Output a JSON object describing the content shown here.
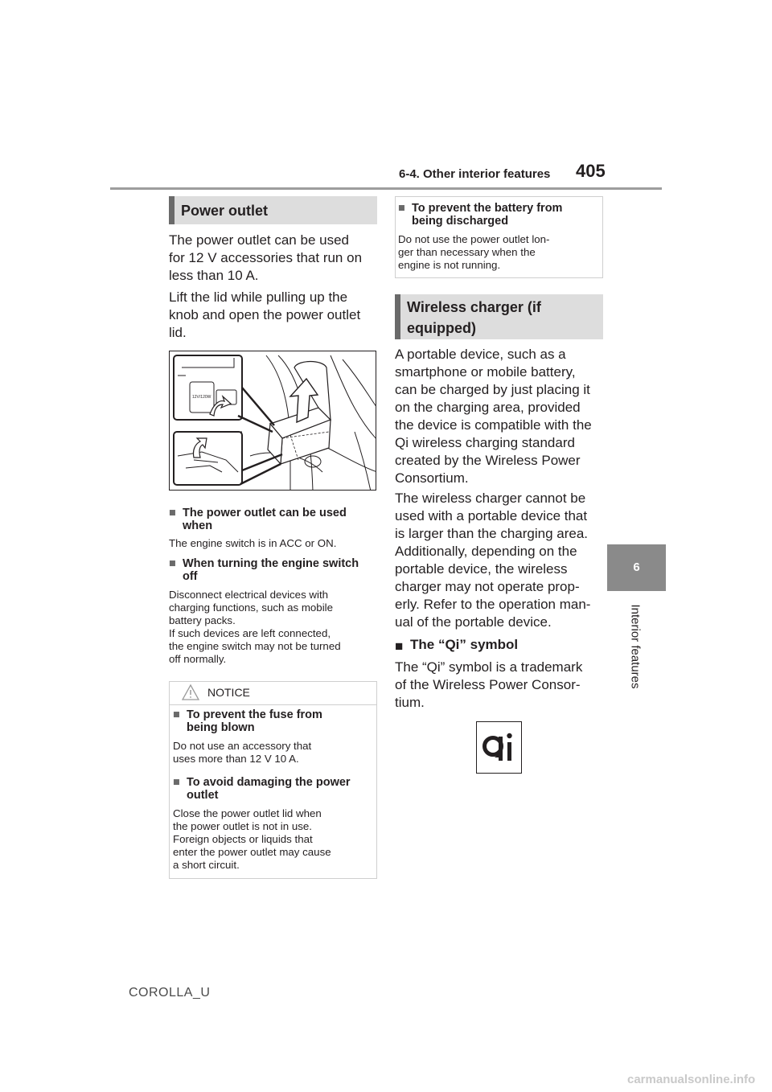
{
  "header": {
    "section_title": "6-4. Other interior features",
    "page_number": "405"
  },
  "side_tab": {
    "chapter_number": "6",
    "chapter_label": "Interior features"
  },
  "power_outlet": {
    "heading": "Power outlet",
    "para1_lines": [
      "The power outlet can be used",
      "for 12 V accessories that run on",
      "less than 10 A."
    ],
    "para2_lines": [
      "Lift the lid while pulling up the",
      "knob and open the power outlet",
      "lid."
    ],
    "figure_label": "12V/120W",
    "sub1_lines": [
      "The power outlet can be used",
      "when"
    ],
    "sub1_text": "The engine switch is in ACC or ON.",
    "sub2_lines": [
      "When turning the engine switch",
      "off"
    ],
    "sub2_text_lines": [
      "Disconnect electrical devices with",
      "charging functions, such as mobile",
      "battery packs.",
      "If such devices are left connected,",
      "the engine switch may not be turned",
      "off normally."
    ]
  },
  "notice": {
    "label": "NOTICE",
    "item1_lines": [
      "To prevent the fuse from",
      "being blown"
    ],
    "item1_text_lines": [
      "Do not use an accessory that",
      "uses more than 12 V 10 A."
    ],
    "item2_lines": [
      "To avoid damaging the power",
      "outlet"
    ],
    "item2_text_lines": [
      "Close the power outlet lid when",
      "the power outlet is not in use.",
      "Foreign objects or liquids that",
      "enter the power outlet may cause",
      "a short circuit."
    ]
  },
  "battery_notice": {
    "title_lines": [
      "To prevent the battery from",
      "being discharged"
    ],
    "text_lines": [
      "Do not use the power outlet lon-",
      "ger than necessary when the",
      "engine is not running."
    ]
  },
  "wireless": {
    "heading_lines": [
      "Wireless charger (if",
      "equipped)"
    ],
    "para1_lines": [
      "A portable device, such as a",
      "smartphone or mobile battery,",
      "can be charged by just placing it",
      "on the charging area, provided",
      "the device is compatible with the",
      "Qi wireless charging standard",
      "created by the Wireless Power",
      "Consortium."
    ],
    "para2_lines": [
      "The wireless charger cannot be",
      "used with a portable device that",
      "is larger than the charging area.",
      "Additionally, depending on the",
      "portable device, the wireless",
      "charger may not operate prop-",
      "erly. Refer to the operation man-",
      "ual of the portable device."
    ],
    "symbol_heading": "The “Qi” symbol",
    "symbol_text_lines": [
      "The “Qi” symbol is a trademark",
      "of the Wireless Power Consor-",
      "tium."
    ]
  },
  "bullet_char": "■",
  "footer": "COROLLA_U",
  "watermark": "carmanualsonline.info"
}
